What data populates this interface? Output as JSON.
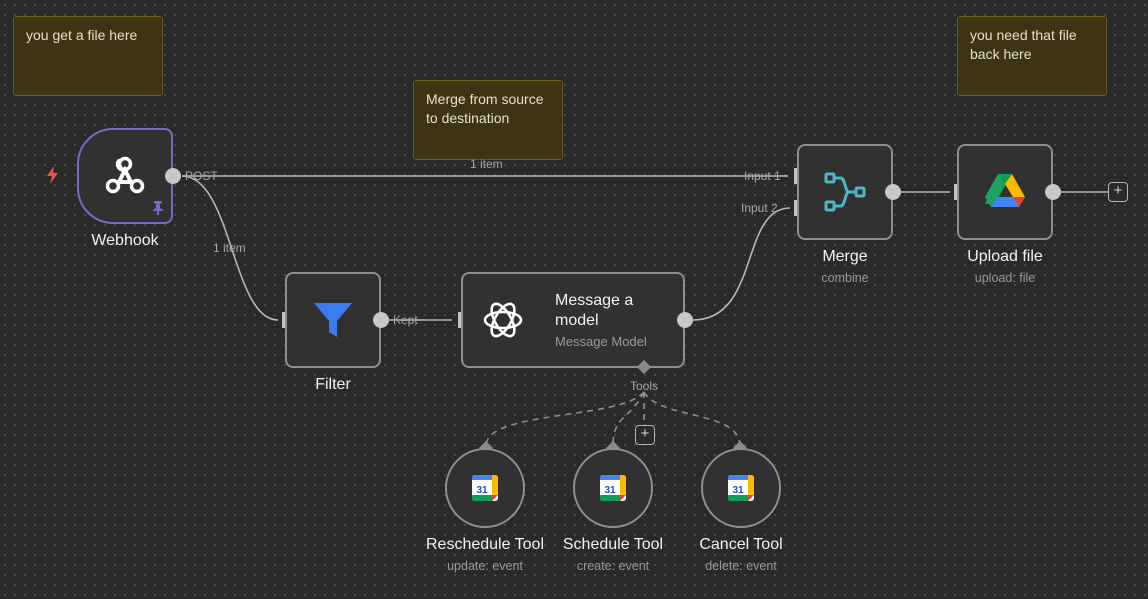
{
  "stickies": [
    {
      "text": "you get a file here"
    },
    {
      "text": "Merge from source to destination"
    },
    {
      "text": "you need that file back here"
    }
  ],
  "nodes": {
    "webhook": {
      "title": "Webhook",
      "icon": "webhook-icon"
    },
    "filter": {
      "title": "Filter",
      "icon": "filter-icon"
    },
    "message_model": {
      "title": "Message a model",
      "subtitle": "Message Model",
      "icon": "openai-icon"
    },
    "merge": {
      "title": "Merge",
      "subtitle": "combine",
      "icon": "merge-icon"
    },
    "upload": {
      "title": "Upload file",
      "subtitle": "upload: file",
      "icon": "google-drive-icon"
    }
  },
  "tools": [
    {
      "title": "Reschedule Tool",
      "subtitle": "update: event",
      "icon_text": "31"
    },
    {
      "title": "Schedule Tool",
      "subtitle": "create: event",
      "icon_text": "31"
    },
    {
      "title": "Cancel Tool",
      "subtitle": "delete: event",
      "icon_text": "31"
    }
  ],
  "connections": {
    "post_label": "POST",
    "item_label_top": "1 item",
    "item_label_left": "1 item",
    "kept_label": "Kept",
    "input1_label": "Input 1",
    "input2_label": "Input 2",
    "tools_label": "Tools"
  },
  "add_symbol": "+",
  "colors": {
    "canvas": "#2a2a2a",
    "sticky": "#3d3414",
    "trigger_border": "#7f66c9",
    "filter_blue": "#3d7bf0",
    "merge_teal": "#4fb6c7",
    "trigger_bolt": "#e8574a"
  }
}
